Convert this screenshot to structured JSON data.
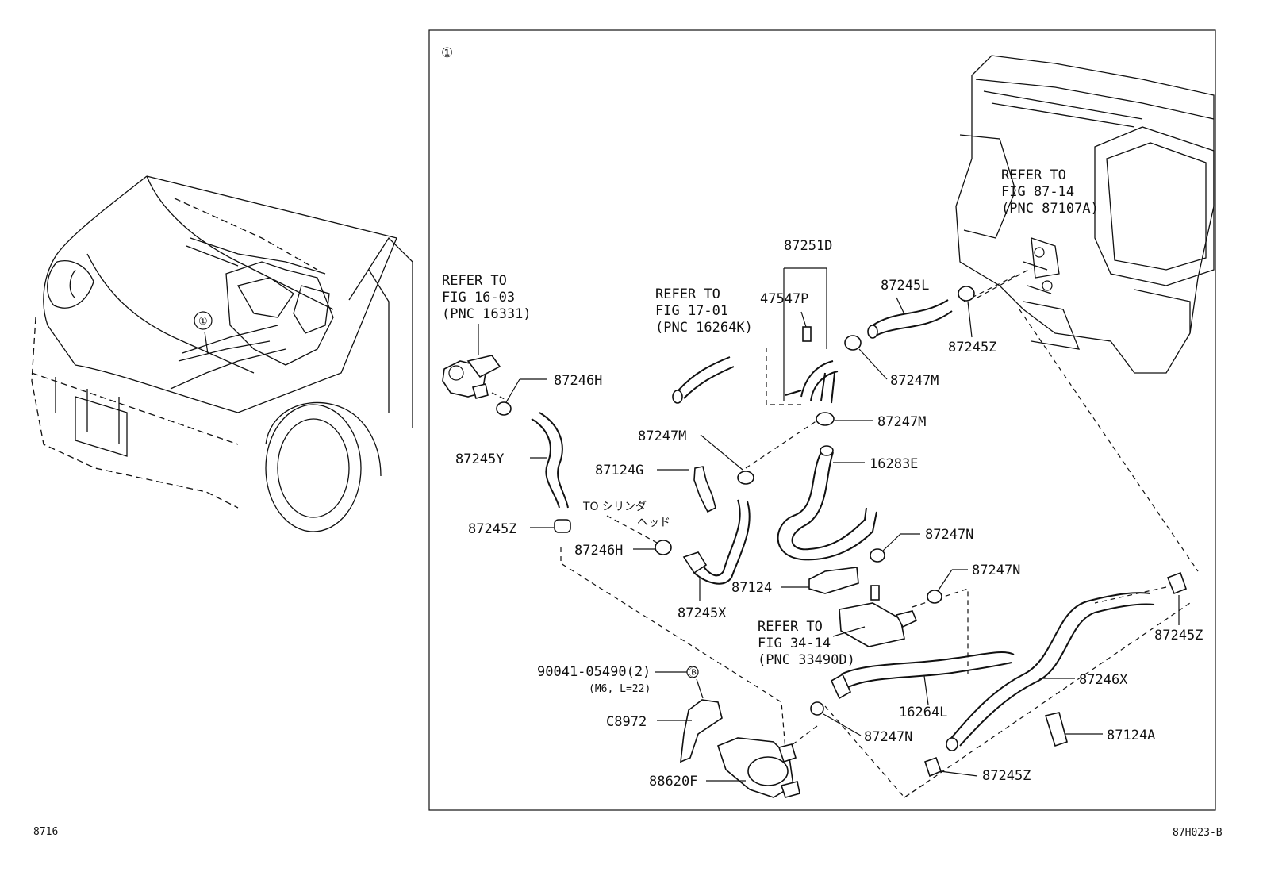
{
  "diagram": {
    "figure_number": "8716",
    "diagram_code": "87H023-B",
    "callout_mark": "①",
    "inset_mark": "Ⓑ",
    "references": {
      "fig16": [
        "REFER TO",
        "FIG 16-03",
        "(PNC 16331)"
      ],
      "fig17": [
        "REFER TO",
        "FIG 17-01",
        "(PNC 16264K)"
      ],
      "fig87": [
        "REFER TO",
        "FIG 87-14",
        "(PNC 87107A)"
      ],
      "fig34": [
        "REFER TO",
        "FIG 34-14",
        "(PNC 33490D)"
      ]
    },
    "note_to_cylinder_1": "TO シリンダ",
    "note_to_cylinder_2": "ヘッド",
    "bolt_spec": "90041-05490(2)",
    "bolt_size": "(M6, L=22)",
    "parts": {
      "p87251D": "87251D",
      "p47547P": "47547P",
      "p87245L": "87245L",
      "p87245Z_top": "87245Z",
      "p87247M_a": "87247M",
      "p87247M_b": "87247M",
      "p87247M_c": "87247M",
      "p87246H_a": "87246H",
      "p87246H_b": "87246H",
      "p87245Y": "87245Y",
      "p87124G": "87124G",
      "p16283E": "16283E",
      "p87245Z_left": "87245Z",
      "p87247N_a": "87247N",
      "p87247N_b": "87247N",
      "p87247N_c": "87247N",
      "p87124": "87124",
      "p87245X": "87245X",
      "p87245Z_right": "87245Z",
      "p87246X": "87246X",
      "p16264L": "16264L",
      "p87124A": "87124A",
      "p87245Z_bottom": "87245Z",
      "pC8972": "C8972",
      "p88620F": "88620F"
    }
  }
}
